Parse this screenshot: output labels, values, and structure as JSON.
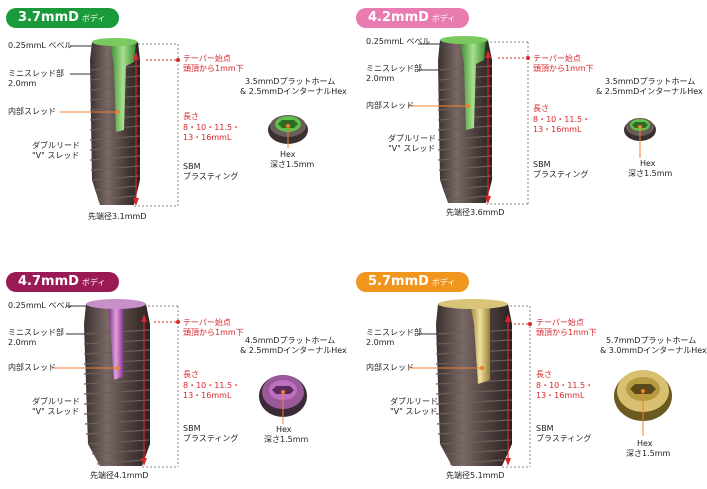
{
  "panels": [
    {
      "title": "3.7mmD",
      "title_sub": "ボディ",
      "color": "#1a9a3a",
      "bevel": "0.25mmL ベベル",
      "mini": "ミニスレッド部",
      "mini_len": "2.0mm",
      "inner": "内部スレッド",
      "double1": "ダブルリード",
      "double2": "\"V\" スレッド",
      "taper1": "テーパー始点",
      "taper2": "頭頂から1mm下",
      "length_title": "長さ",
      "length1": "8・10・11.5・",
      "length2": "13・16mmL",
      "sbm1": "SBM",
      "sbm2": "ブラスティング",
      "tip": "先端径3.1mmD",
      "platform1": "3.5mmDプラットホーム",
      "platform2": "& 2.5mmDインターナルHex",
      "hex1": "Hex",
      "hex2": "深さ1.5mm",
      "accent": "#5fc04a"
    },
    {
      "title": "4.2mmD",
      "title_sub": "ボディ",
      "color": "#e87bb0",
      "bevel": "0.25mmL ベベル",
      "mini": "ミニスレッド部",
      "mini_len": "2.0mm",
      "inner": "内部スレッド",
      "double1": "ダブルリード",
      "double2": "\"V\" スレッド",
      "taper1": "テーパー始点",
      "taper2": "頭頂から1mm下",
      "length_title": "長さ",
      "length1": "8・10・11.5・",
      "length2": "13・16mmL",
      "sbm1": "SBM",
      "sbm2": "ブラスティング",
      "tip": "先端径3.6mmD",
      "platform1": "3.5mmDプラットホーム",
      "platform2": "& 2.5mmDインターナルHex",
      "hex1": "Hex",
      "hex2": "深さ1.5mm",
      "accent": "#5fc04a"
    },
    {
      "title": "4.7mmD",
      "title_sub": "ボディ",
      "color": "#9a1a55",
      "bevel": "0.25mmL ベベル",
      "mini": "ミニスレッド部",
      "mini_len": "2.0mm",
      "inner": "内部スレッド",
      "double1": "ダブルリード",
      "double2": "\"V\" スレッド",
      "taper1": "テーパー始点",
      "taper2": "頭頂から1mm下",
      "length_title": "長さ",
      "length1": "8・10・11.5・",
      "length2": "13・16mmL",
      "sbm1": "SBM",
      "sbm2": "ブラスティング",
      "tip": "先端径4.1mmD",
      "platform1": "4.5mmDプラットホーム",
      "platform2": "& 2.5mmDインターナルHex",
      "hex1": "Hex",
      "hex2": "深さ1.5mm",
      "accent": "#b258b8"
    },
    {
      "title": "5.7mmD",
      "title_sub": "ボディ",
      "color": "#f0961e",
      "bevel": "",
      "mini": "ミニスレッド部",
      "mini_len": "2.0mm",
      "inner": "内部スレッド",
      "double1": "ダブルリード",
      "double2": "\"V\" スレッド",
      "taper1": "テーパー始点",
      "taper2": "頭頂から1mm下",
      "length_title": "長さ",
      "length1": "8・10・11.5・",
      "length2": "13・16mmL",
      "sbm1": "SBM",
      "sbm2": "ブラスティング",
      "tip": "先端径5.1mmD",
      "platform1": "5.7mmDプラットホーム",
      "platform2": "& 3.0mmDインターナルHex",
      "hex1": "Hex",
      "hex2": "深さ1.5mm",
      "accent": "#d4bb55"
    }
  ]
}
